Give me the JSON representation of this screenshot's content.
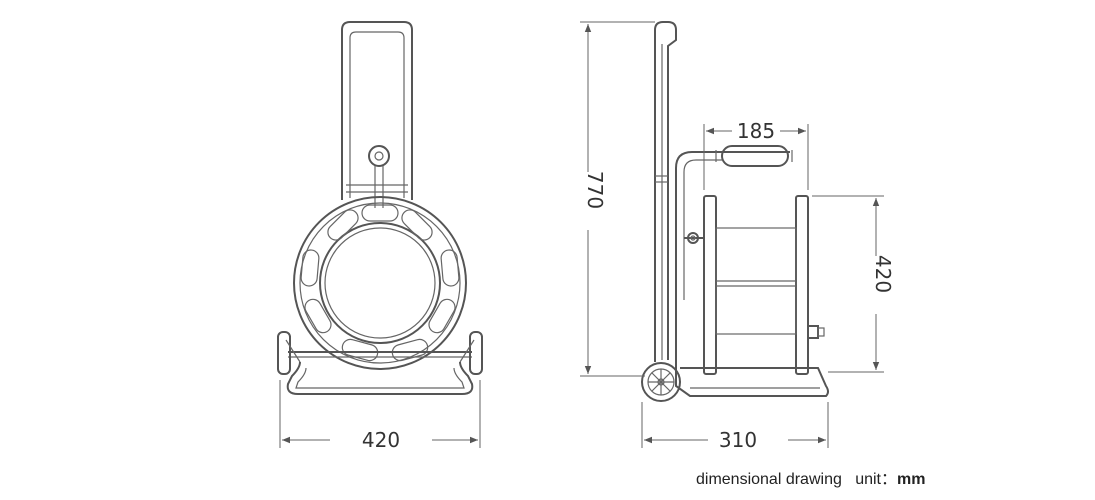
{
  "dimensions": {
    "front_width": "420",
    "side_height": "770",
    "drum_width": "185",
    "drum_diameter": "420",
    "base_depth": "310"
  },
  "caption": {
    "label": "dimensional drawing",
    "unit_label": "unit：",
    "unit_value": "mm"
  },
  "colors": {
    "line": "#555555",
    "background": "#ffffff"
  }
}
